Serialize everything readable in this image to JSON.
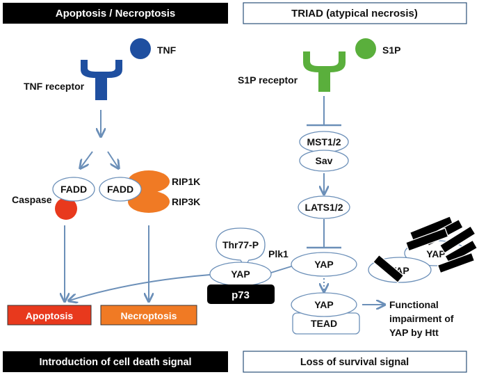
{
  "headers": {
    "left_top": "Apoptosis / Necroptosis",
    "right_top": "TRIAD (atypical necrosis)",
    "left_bottom": "Introduction of cell death signal",
    "right_bottom": "Loss of survival signal"
  },
  "left_pathway": {
    "ligand": "TNF",
    "receptor": "TNF receptor",
    "fadd_left": "FADD",
    "caspase": "Caspase",
    "fadd_right": "FADD",
    "rip1k": "RIP1K",
    "rip3k": "RIP3K",
    "apoptosis": "Apoptosis",
    "necroptosis": "Necroptosis"
  },
  "middle": {
    "thr77p": "Thr77-P",
    "plk1": "Plk1",
    "yap": "YAP",
    "p73": "p73"
  },
  "right_pathway": {
    "ligand": "S1P",
    "receptor": "S1P receptor",
    "mst": "MST1/2",
    "sav": "Sav",
    "lats": "LATS1/2",
    "yap": "YAP",
    "yap_nuclear": "YAP",
    "tead": "TEAD",
    "impairment_line1": "Functional",
    "impairment_line2": "impairment of",
    "impairment_line3": "YAP by Htt",
    "htt_yap_top": "YAP",
    "htt_yap_bottom": "YAP"
  },
  "colors": {
    "tnf_blue": "#1f4fa0",
    "s1p_green": "#5aaf3c",
    "caspase_red": "#e8391d",
    "rip_orange": "#f07a24",
    "arrow": "#6b8fb8",
    "black": "#000000"
  }
}
